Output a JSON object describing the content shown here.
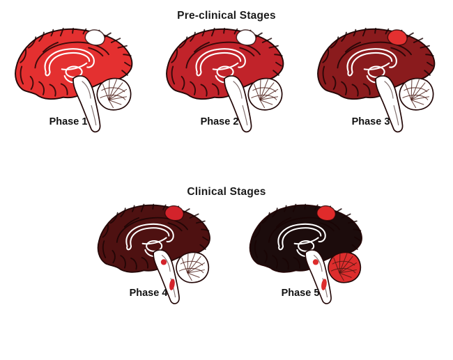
{
  "page": {
    "background_color": "#ffffff",
    "text_color": "#111111"
  },
  "sections": [
    {
      "title": "Pre-clinical Stages",
      "phases": [
        {
          "label": "Phase 1",
          "illustration": "sagittal-brain-medial-view",
          "colors": {
            "cortex": "#e43030",
            "patch": "#ffffff",
            "cerebellum": "#ffffff",
            "brainstem_spots": "transparent"
          }
        },
        {
          "label": "Phase 2",
          "illustration": "sagittal-brain-medial-view",
          "colors": {
            "cortex": "#c1232a",
            "patch": "#ffffff",
            "cerebellum": "#ffffff",
            "brainstem_spots": "transparent"
          }
        },
        {
          "label": "Phase 3",
          "illustration": "sagittal-brain-medial-view",
          "colors": {
            "cortex": "#8a1b1d",
            "patch": "#e43030",
            "cerebellum": "#ffffff",
            "brainstem_spots": "transparent"
          }
        }
      ]
    },
    {
      "title": "Clinical Stages",
      "phases": [
        {
          "label": "Phase 4",
          "illustration": "sagittal-brain-medial-view",
          "colors": {
            "cortex": "#4e1111",
            "patch": "#d3232b",
            "cerebellum": "#ffffff",
            "brainstem_spots": "#d3232b"
          }
        },
        {
          "label": "Phase 5",
          "illustration": "sagittal-brain-medial-view",
          "colors": {
            "cortex": "#1c0c0c",
            "patch": "#e02b2b",
            "cerebellum": "#dd2d2d",
            "brainstem_spots": "#dd2d2d"
          }
        }
      ]
    }
  ]
}
